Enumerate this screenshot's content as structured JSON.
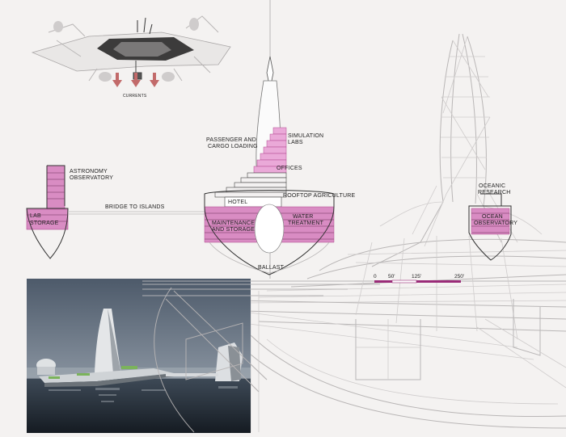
{
  "labels": {
    "currents": "CURRENTS",
    "astronomy": "ASTRONOMY",
    "observatory": "OBSERVATORY",
    "lab": "LAB",
    "storage": "STORAGE",
    "bridge": "BRIDGE TO ISLANDS",
    "simulation": "SIMULATION",
    "labs": "LABS",
    "passenger": "PASSENGER AND",
    "cargo": "CARGO LOADING",
    "offices": "OFFICES",
    "hotel": "HOTEL",
    "rooftop": "ROOFTOP AGRICULTURE",
    "maintenance": "MAINTENANCE",
    "and_storage": "AND STORAGE",
    "water": "WATER",
    "treatment": "TREATMENT",
    "ballast": "BALLAST",
    "oceanic": "OCEANIC",
    "research": "RESEARCH",
    "ocean": "OCEAN",
    "ocean_observatory": "OBSERVATORY"
  },
  "scale": {
    "ticks": [
      "0",
      "50'",
      "125'",
      "250'"
    ]
  },
  "colors": {
    "program": "#d98cc3",
    "program_stroke": "#b0488f",
    "scale_bar": "#9a2b78",
    "wire": "#b9b6b6",
    "ink": "#333333"
  }
}
